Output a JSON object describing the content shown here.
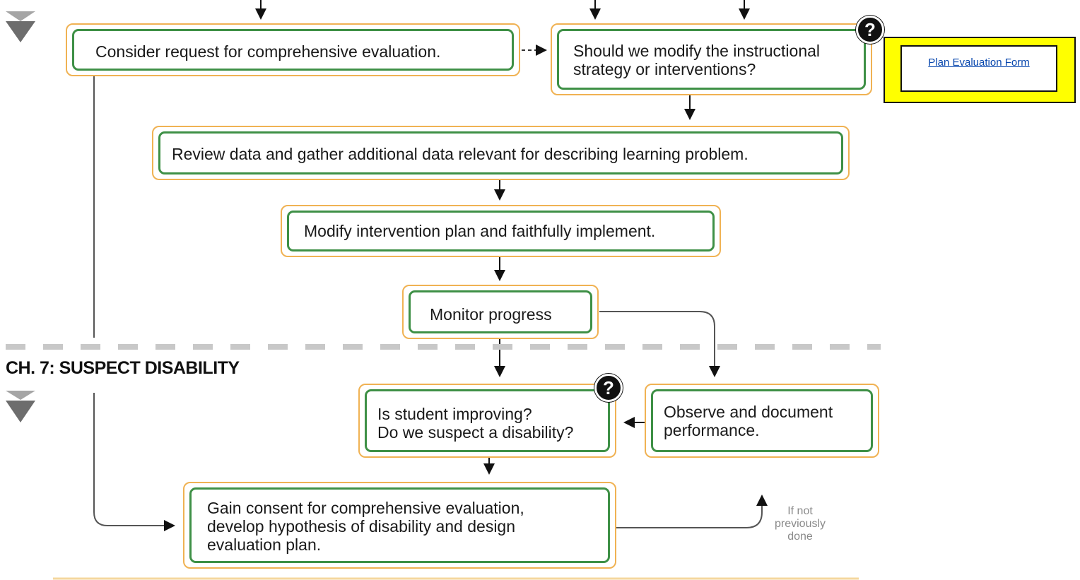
{
  "colors": {
    "box_outer": "#f0b253",
    "box_inner": "#3e9046",
    "link_bg": "#ffff00",
    "dash": "#c8c8c8"
  },
  "section": {
    "heading": "CH. 7: SUSPECT DISABILITY"
  },
  "nodes": {
    "consider_request": {
      "text": "Consider request for comprehensive evaluation."
    },
    "modify_strategy": {
      "line1": "Should we modify the instructional",
      "line2": "strategy or interventions?"
    },
    "review_data": {
      "text": "Review data and gather additional data relevant for describing learning problem."
    },
    "modify_plan": {
      "text": "Modify intervention plan and faithfully implement."
    },
    "monitor": {
      "text": "Monitor progress"
    },
    "improving": {
      "line1": "Is student improving?",
      "line2": "Do we suspect a disability?"
    },
    "observe": {
      "line1": "Observe and document",
      "line2": "performance."
    },
    "consent": {
      "line1": "Gain consent for comprehensive evaluation,",
      "line2": "develop hypothesis of disability and design",
      "line3": "evaluation plan."
    }
  },
  "note": {
    "line1": "If not",
    "line2": "previously",
    "line3": "done"
  },
  "help_icon": {
    "symbol": "?"
  },
  "link": {
    "label": "Plan Evaluation Form "
  }
}
